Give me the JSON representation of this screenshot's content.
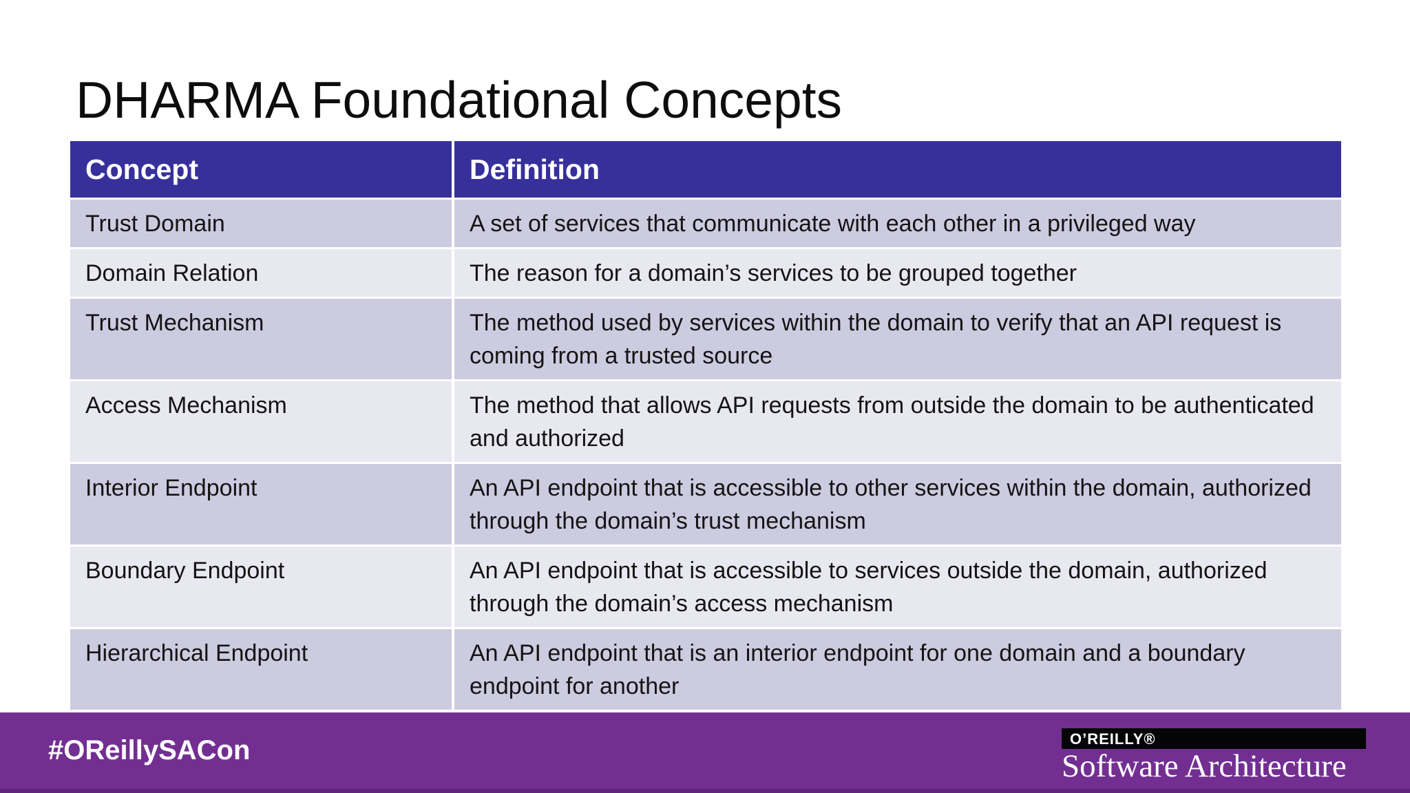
{
  "slide": {
    "title": "DHARMA Foundational Concepts"
  },
  "table": {
    "columns": [
      "Concept",
      "Definition"
    ],
    "rows": [
      {
        "concept": "Trust Domain",
        "definition": "A set of services that communicate with each other in a privileged way"
      },
      {
        "concept": "Domain Relation",
        "definition": "The reason for a domain’s services to be grouped together"
      },
      {
        "concept": "Trust Mechanism",
        "definition": "The method used by services within the domain to verify that an API request is coming from a trusted source"
      },
      {
        "concept": "Access Mechanism",
        "definition": "The method that allows API requests from outside the domain to be authenticated and authorized"
      },
      {
        "concept": "Interior Endpoint",
        "definition": "An API endpoint that is accessible to other services within the domain, authorized through the domain’s trust mechanism"
      },
      {
        "concept": "Boundary Endpoint",
        "definition": "An API endpoint that is accessible to services outside the domain, authorized through the domain’s access mechanism"
      },
      {
        "concept": "Hierarchical Endpoint",
        "definition": "An API endpoint that is an interior endpoint for one domain and a boundary endpoint for another"
      }
    ]
  },
  "footer": {
    "hashtag": "#OReillySACon",
    "brand": "O’REILLY®",
    "brand_product": "Software Architecture"
  },
  "colors": {
    "header_bg": "#37309B",
    "row_odd": "#CCCBE0",
    "row_even": "#E8E8F0",
    "footer_bg": "#722F91",
    "logo_bar_bg": "#050505"
  }
}
